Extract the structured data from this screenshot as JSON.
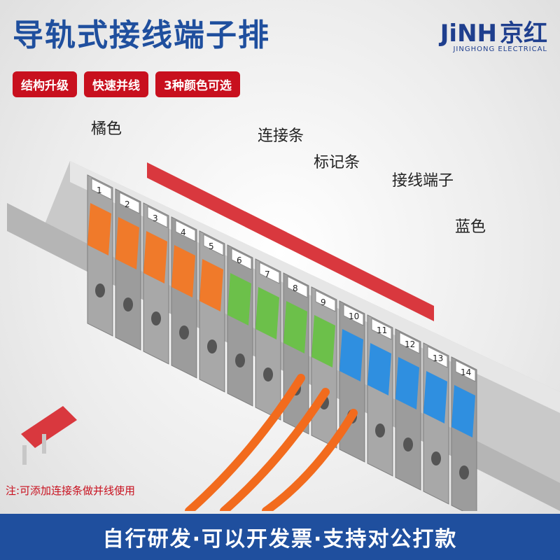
{
  "title": "导轨式接线端子排",
  "logo": {
    "brand": "JiNH",
    "brand_cn": "京红",
    "sub": "JINGHONG ELECTRICAL"
  },
  "tags": [
    "结构升级",
    "快速并线",
    "3种颜色可选"
  ],
  "labels": {
    "orange": "橘色",
    "connector": "连接条",
    "marker": "标记条",
    "terminal": "接线端子",
    "blue": "蓝色"
  },
  "terminal_numbers": [
    "1",
    "2",
    "3",
    "4",
    "5",
    "6",
    "7",
    "8",
    "9",
    "10",
    "11",
    "12",
    "13",
    "14"
  ],
  "lever_colors": [
    "orange",
    "orange",
    "orange",
    "orange",
    "orange",
    "green",
    "green",
    "green",
    "green",
    "blue",
    "blue",
    "blue",
    "blue",
    "blue"
  ],
  "colors": {
    "orange": "#f07a2a",
    "green": "#6cc04a",
    "blue": "#2f8fe0",
    "red": "#d9383e",
    "gray": "#9a9a9a",
    "brand": "#1f4f9e",
    "tag": "#c8101e"
  },
  "note": "注:可添加连接条做并线使用",
  "footer": "自行研发·可以开发票·支持对公打款"
}
